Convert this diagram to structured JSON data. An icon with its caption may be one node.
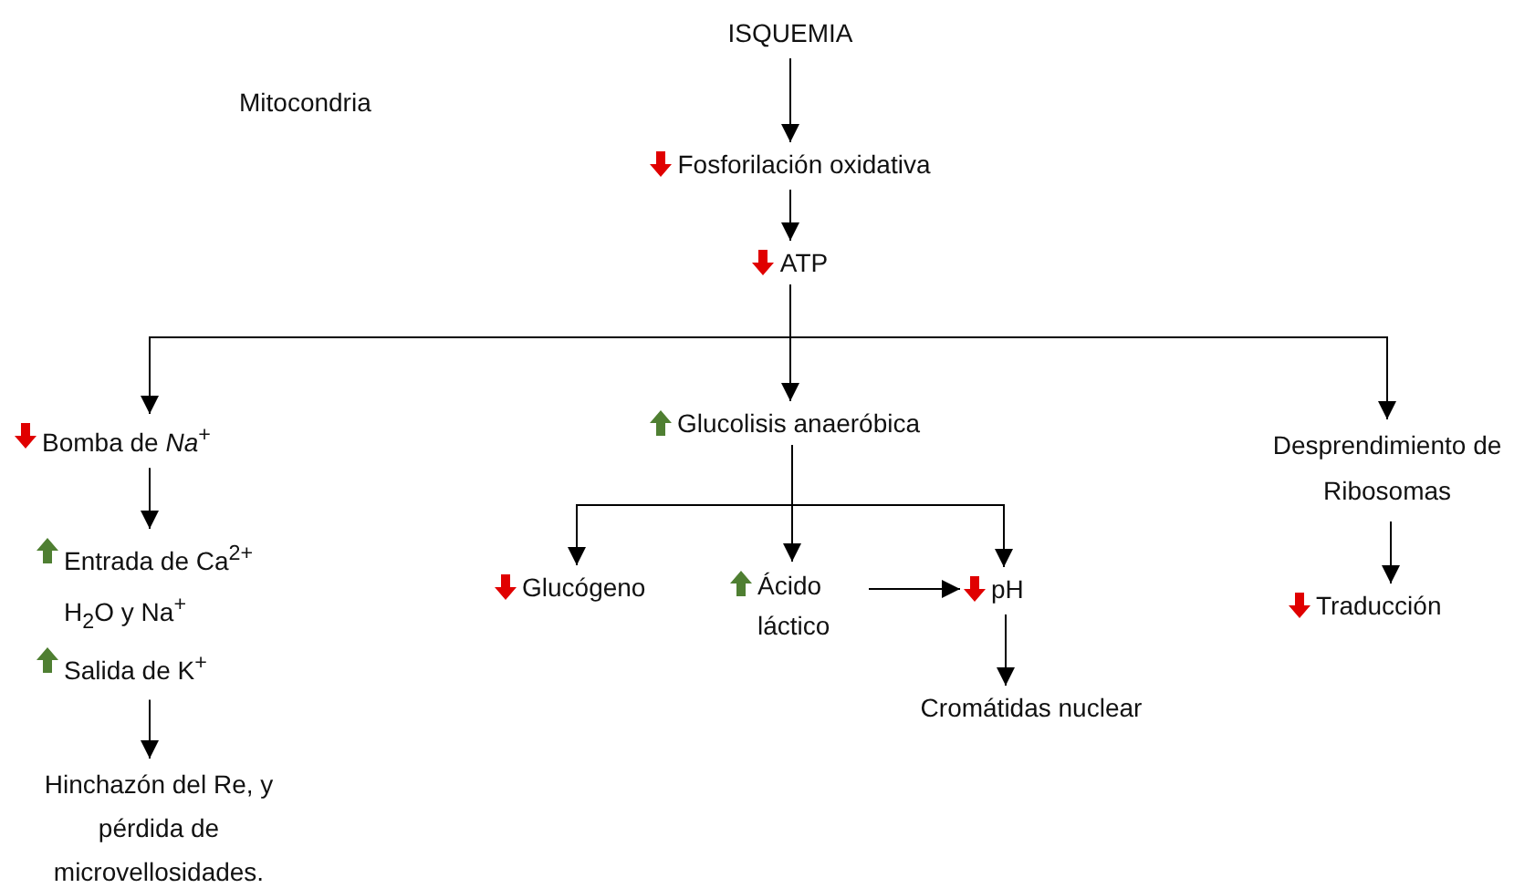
{
  "diagram": {
    "nodes": [
      {
        "text": [
          "ISQUEMIA"
        ]
      },
      {
        "text": [
          "Fosforilación oxidativa"
        ]
      },
      {
        "text": [
          "ATP"
        ]
      },
      {
        "text": [
          "Bomba de *Na*$^{+}$"
        ]
      },
      {
        "text": [
          "Glucolisis anaeróbica"
        ]
      },
      {
        "text": [
          "Desprendimiento de Ribosomas"
        ]
      },
      {
        "text": [
          "Entrada de Ca$^{2+}$ H$_{2}$O y Na$^{+}$",
          "Salida de K$^{+}$"
        ]
      },
      {
        "text": [
          "Hinchazón del Re, y pérdida de microvellosidades."
        ]
      },
      {
        "text": [
          "Glucógeno"
        ]
      },
      {
        "text": [
          "Ácido láctico"
        ]
      },
      {
        "text": [
          "pH"
        ]
      },
      {
        "text": [
          "Cromátidas nuclear"
        ]
      },
      {
        "text": [
          "Traducción"
        ]
      }
    ],
    "edges": [
      {
        "from": 0,
        "to": 1,
        "arrow": "to"
      },
      {
        "from": 1,
        "to": 2,
        "arrow": "to"
      },
      {
        "from": 2,
        "to": 3,
        "arrow": "to"
      },
      {
        "from": 2,
        "to": 4,
        "arrow": "to"
      },
      {
        "from": 2,
        "to": 5,
        "arrow": "to"
      },
      {
        "from": 3,
        "to": 6,
        "arrow": "to"
      },
      {
        "from": 6,
        "to": 7,
        "arrow": "to"
      },
      {
        "from": 4,
        "to": 8,
        "arrow": "to"
      },
      {
        "from": 4,
        "to": 9,
        "arrow": "to"
      },
      {
        "from": 4,
        "to": 10,
        "arrow": "to"
      },
      {
        "from": 9,
        "to": 10,
        "arrow": "to"
      },
      {
        "from": 10,
        "to": 11,
        "arrow": "to"
      },
      {
        "from": 5,
        "to": 12,
        "arrow": "to"
      }
    ],
    "labels": [
      "Mitocondria"
    ]
  }
}
